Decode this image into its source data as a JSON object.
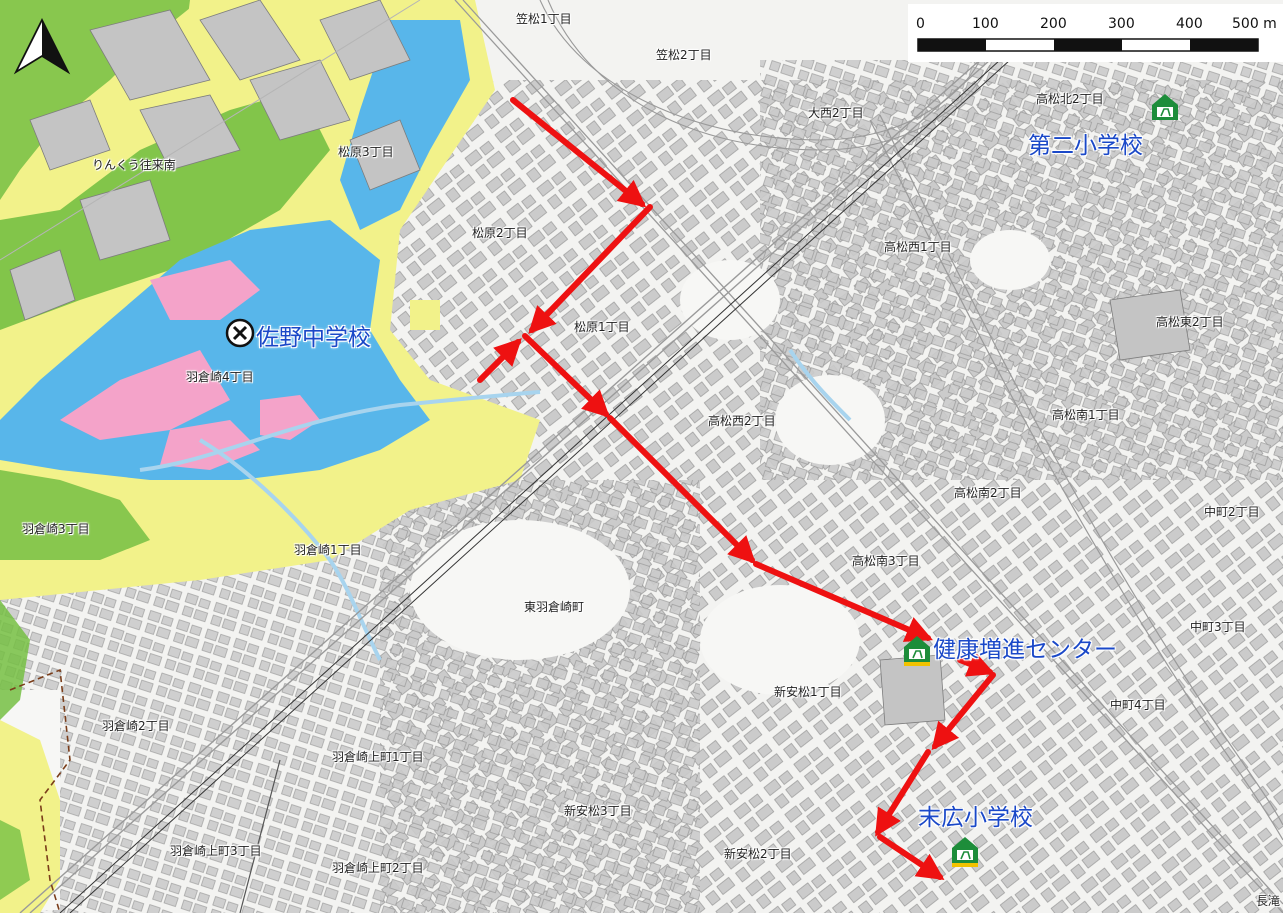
{
  "scale": {
    "ticks": [
      "0",
      "100",
      "200",
      "300",
      "400",
      "500 m"
    ]
  },
  "facilities": {
    "sano_jhs": "佐野中学校",
    "daini_es": "第二小学校",
    "kenko": "健康増進センター",
    "suehiro_es": "末広小学校"
  },
  "districts": {
    "kasamatsu1": "笠松1丁目",
    "kasamatsu2": "笠松2丁目",
    "onishi2": "大西2丁目",
    "takamatsukita2": "高松北2丁目",
    "rinku": "りんくう往来南",
    "matsubara3": "松原3丁目",
    "matsubara2": "松原2丁目",
    "takamatsunishi1": "高松西1丁目",
    "takamatsuhigashi2": "高松東2丁目",
    "matsubara1": "松原1丁目",
    "hagurazaki4": "羽倉崎4丁目",
    "takamatsunishi2": "高松西2丁目",
    "takamatsuminami1": "高松南1丁目",
    "takamatsuminami2": "高松南2丁目",
    "nakamachi2": "中町2丁目",
    "hagurazaki3": "羽倉崎3丁目",
    "hagurazaki1": "羽倉崎1丁目",
    "takamatsuminami3": "高松南3丁目",
    "higashihagurazaki": "東羽倉崎町",
    "nakamachi3": "中町3丁目",
    "shinyasumatsu1": "新安松1丁目",
    "nakamachi4": "中町4丁目",
    "hagurazaki2": "羽倉崎2丁目",
    "hagurazakikami1": "羽倉崎上町1丁目",
    "shinyasumatsu3": "新安松3丁目",
    "hagurazakikami3": "羽倉崎上町3丁目",
    "hagurazakikami2": "羽倉崎上町2丁目",
    "shinyasumatsu2": "新安松2丁目",
    "nagataki": "長滝"
  },
  "colors": {
    "route": "#ee1111",
    "facility_text": "#1a48c8",
    "flood_blue": "#58b6ea",
    "flood_pink": "#f4a3c9",
    "flood_yellow": "#f2f28a",
    "flood_green": "#76c043",
    "building": "#c9c9c9"
  },
  "icons": {
    "north": "north-arrow-icon",
    "shelter": "evacuation-shelter-icon",
    "closed_shelter": "closed-shelter-x-icon"
  }
}
